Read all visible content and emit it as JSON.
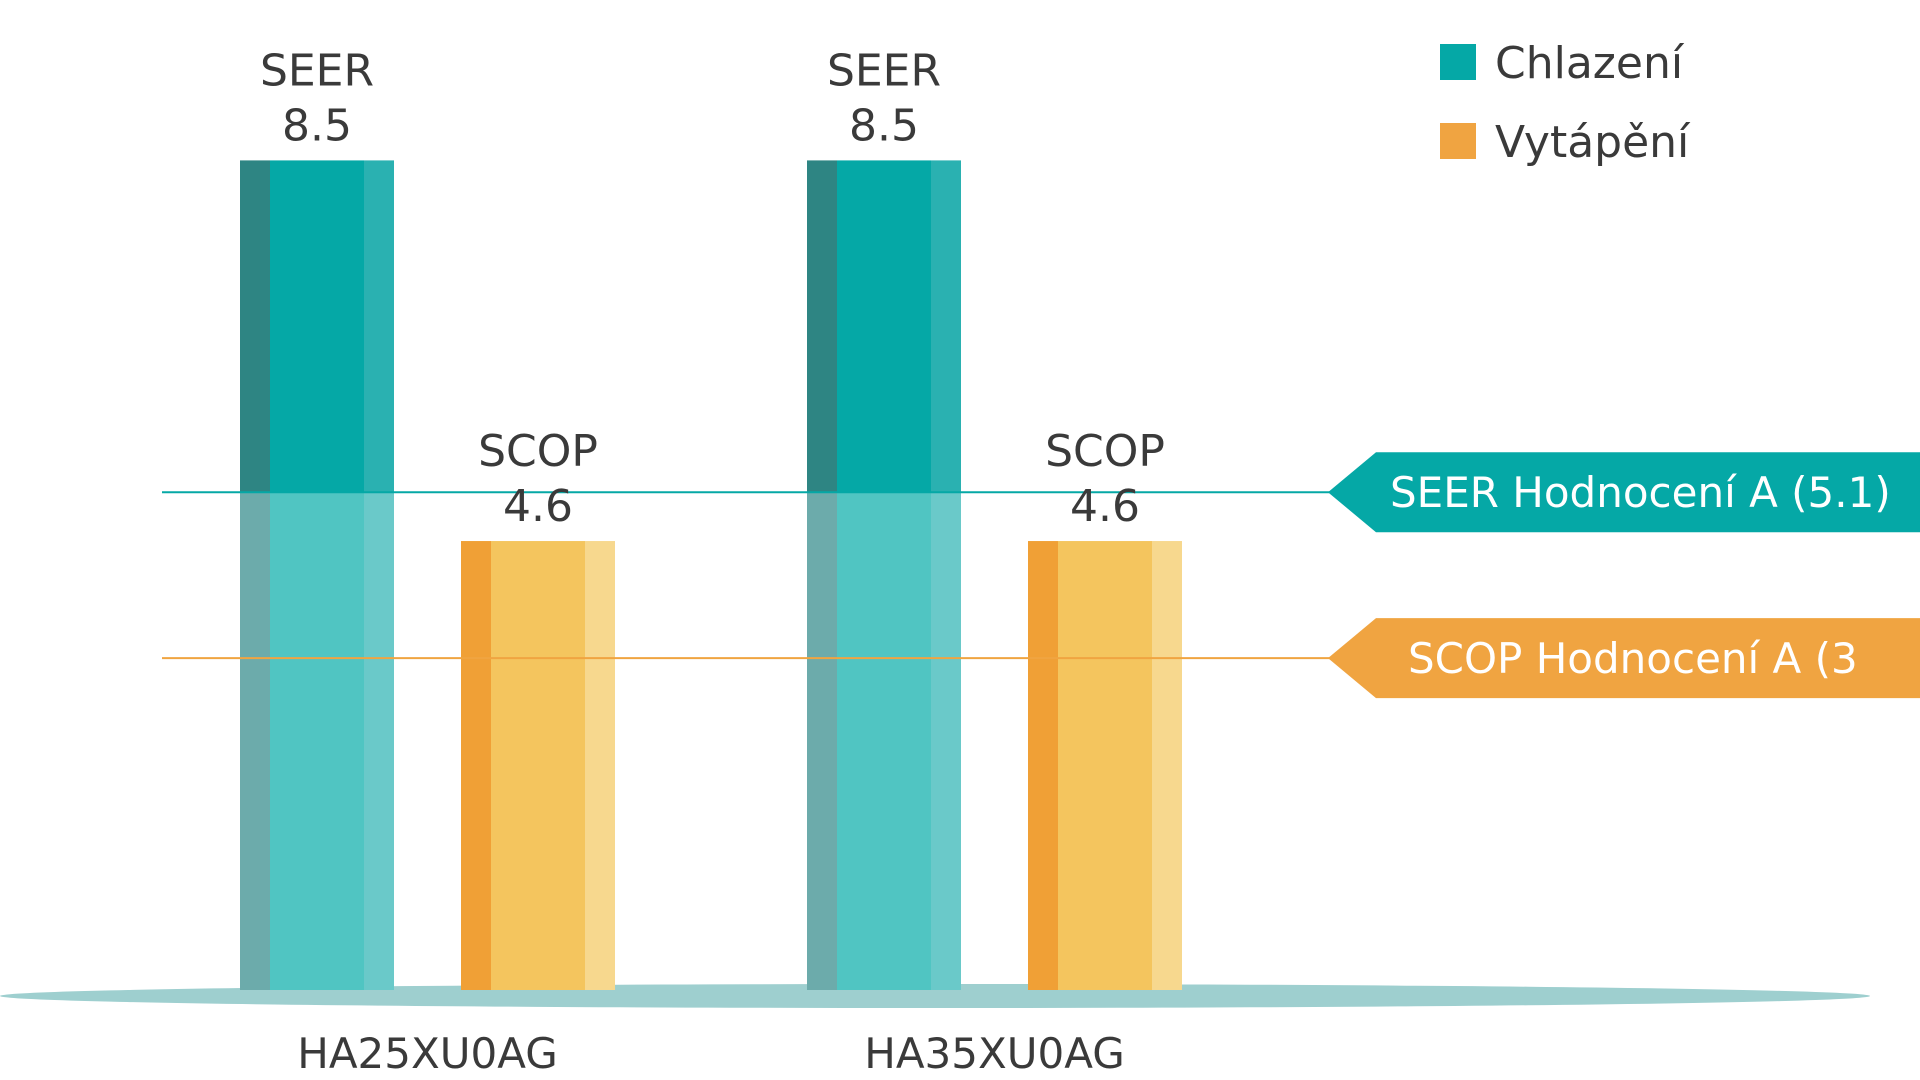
{
  "chart_data": {
    "type": "bar",
    "categories": [
      "HA25XU0AG",
      "HA35XU0AG"
    ],
    "series": [
      {
        "name": "Chlazení",
        "metric": "SEER",
        "values": [
          8.5,
          8.5
        ],
        "color": "#05a8a6"
      },
      {
        "name": "Vytápění",
        "metric": "SCOP",
        "values": [
          4.6,
          4.6
        ],
        "color": "#f4c55e"
      }
    ],
    "ylim": [
      0,
      10.5
    ],
    "grid": false,
    "legend_position": "top-right",
    "reference_lines": [
      {
        "label": "SEER Hodnocení A (5.1)",
        "value": 5.1,
        "color": "#05a8a6"
      },
      {
        "label": "SCOP Hodnocení A (3",
        "value": 3.4,
        "color": "#f0a441"
      }
    ]
  }
}
